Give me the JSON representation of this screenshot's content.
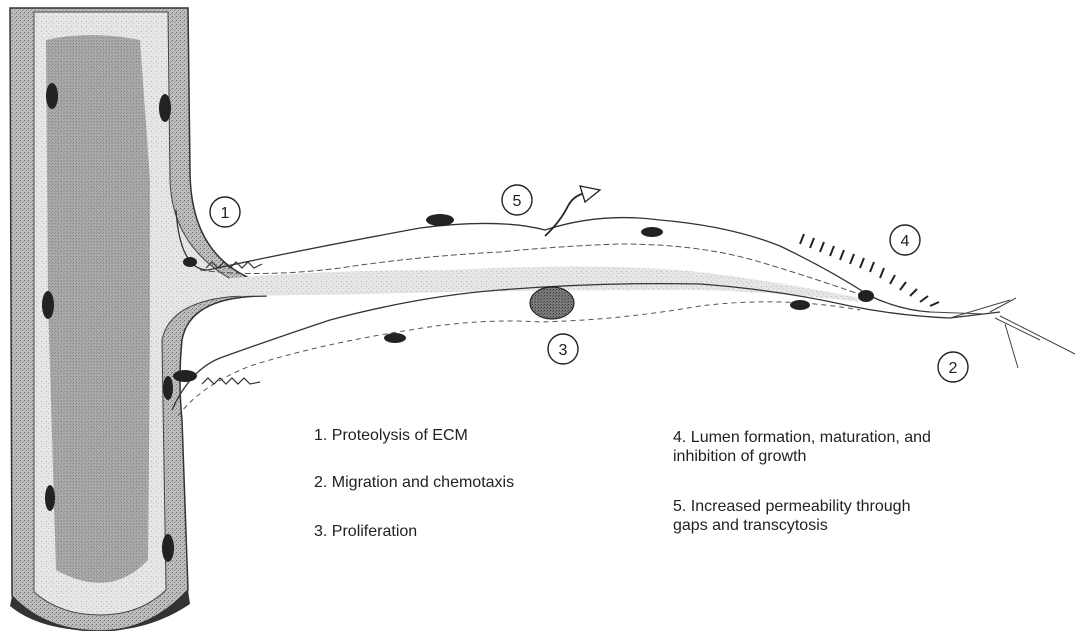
{
  "callouts": [
    {
      "number": "1"
    },
    {
      "number": "2"
    },
    {
      "number": "3"
    },
    {
      "number": "4"
    },
    {
      "number": "5"
    }
  ],
  "legend": [
    {
      "text": "1. Proteolysis of ECM"
    },
    {
      "text": "2. Migration and chemotaxis"
    },
    {
      "text": "3. Proliferation"
    },
    {
      "text": "4. Lumen formation, maturation, and\n    inhibition of growth"
    },
    {
      "text": "5. Increased permeability through\n    gaps and transcytosis"
    }
  ]
}
